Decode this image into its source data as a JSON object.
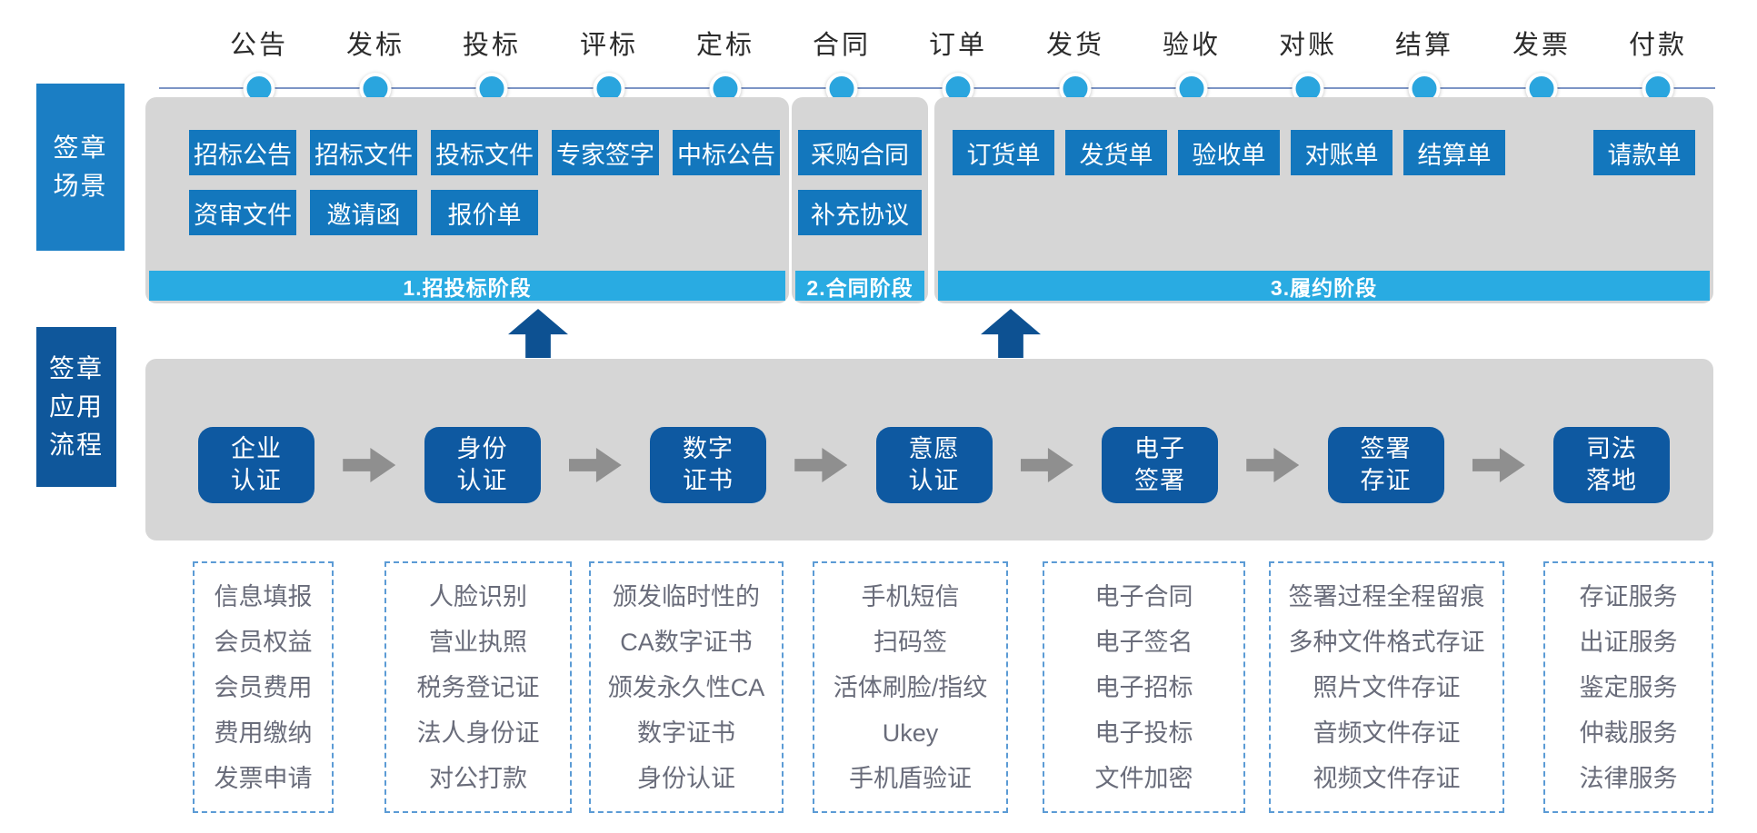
{
  "timeline": {
    "nodes": [
      "公告",
      "发标",
      "投标",
      "评标",
      "定标",
      "合同",
      "订单",
      "发货",
      "验收",
      "对账",
      "结算",
      "发票",
      "付款"
    ]
  },
  "sidebar": {
    "scene_label": "签章\n场景",
    "process_label": "签章\n应用\n流程"
  },
  "scene_panels": [
    {
      "stage_label": "1.招投标阶段",
      "row1": [
        "招标公告",
        "招标文件",
        "投标文件",
        "专家签字",
        "中标公告"
      ],
      "row2": [
        "资审文件",
        "邀请函",
        "报价单"
      ]
    },
    {
      "stage_label": "2.合同阶段",
      "row1": [
        "采购合同"
      ],
      "row2": [
        "补充协议"
      ]
    },
    {
      "stage_label": "3.履约阶段",
      "row1": [
        "订货单",
        "发货单",
        "验收单",
        "对账单",
        "结算单"
      ],
      "payment_request": "请款单"
    }
  ],
  "process_flow": {
    "steps": [
      "企业\n认证",
      "身份\n认证",
      "数字\n证书",
      "意愿\n认证",
      "电子\n签署",
      "签署\n存证",
      "司法\n落地"
    ]
  },
  "detail_lists": [
    [
      "信息填报",
      "会员权益",
      "会员费用",
      "费用缴纳",
      "发票申请"
    ],
    [
      "人脸识别",
      "营业执照",
      "税务登记证",
      "法人身份证",
      "对公打款"
    ],
    [
      "颁发临时性的",
      "CA数字证书",
      "颁发永久性CA",
      "数字证书",
      "身份认证"
    ],
    [
      "手机短信",
      "扫码签",
      "活体刷脸/指纹",
      "Ukey",
      "手机盾验证"
    ],
    [
      "电子合同",
      "电子签名",
      "电子招标",
      "电子投标",
      "文件加密"
    ],
    [
      "签署过程全程留痕",
      "多种文件格式存证",
      "照片文件存证",
      "音频文件存证",
      "视频文件存证"
    ],
    [
      "存证服务",
      "出证服务",
      "鉴定服务",
      "仲裁服务",
      "法律服务"
    ]
  ],
  "colors": {
    "accent_light_blue": "#29abe2",
    "dot_blue": "#2aa5de",
    "chip_blue": "#1377bd",
    "flow_box_blue": "#0e59a1",
    "sidebar_blue": "#1b7ec4",
    "sidebar_dark_blue": "#0f579b",
    "panel_gray": "#d6d6d6",
    "flow_arrow_gray": "#8f8f8f",
    "up_arrow_blue": "#0d5192",
    "dashed_border_blue": "#5b9bd5"
  }
}
